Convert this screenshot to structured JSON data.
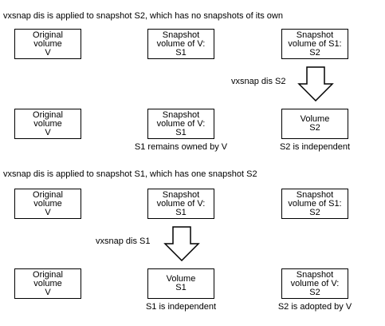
{
  "section1": {
    "heading": "vxsnap dis is applied to snapshot S2, which has no snapshots of its own",
    "before": [
      [
        "Original",
        "volume",
        "V"
      ],
      [
        "Snapshot",
        "volume of V:",
        "S1"
      ],
      [
        "Snapshot",
        "volume of S1:",
        "S2"
      ]
    ],
    "arrow_label": "vxsnap dis S2",
    "after": [
      [
        "Original",
        "volume",
        "V"
      ],
      [
        "Snapshot",
        "volume of V:",
        "S1"
      ],
      [
        "Volume",
        "S2"
      ]
    ],
    "captions": [
      "S1 remains owned by V",
      "S2 is independent"
    ]
  },
  "section2": {
    "heading": "vxsnap dis is applied to snapshot S1, which has one snapshot S2",
    "before": [
      [
        "Original",
        "volume",
        "V"
      ],
      [
        "Snapshot",
        "volume of V:",
        "S1"
      ],
      [
        "Snapshot",
        "volume of S1:",
        "S2"
      ]
    ],
    "arrow_label": "vxsnap dis S1",
    "after": [
      [
        "Original",
        "volume",
        "V"
      ],
      [
        "Volume",
        "S1"
      ],
      [
        "Snapshot",
        "volume of V:",
        "S2"
      ]
    ],
    "captions": [
      "S1 is independent",
      "S2 is adopted by V"
    ]
  }
}
